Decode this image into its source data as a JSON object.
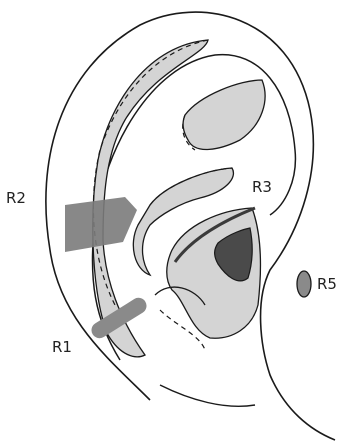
{
  "labels": {
    "r1": "R1",
    "r2": "R2",
    "r3": "R3",
    "r5": "R5"
  },
  "colors": {
    "outline": "#1a1a1a",
    "light_region": "#d4d4d4",
    "mid_region": "#7b7b7b",
    "dark_region": "#4a4a4a",
    "background": "#ffffff"
  }
}
